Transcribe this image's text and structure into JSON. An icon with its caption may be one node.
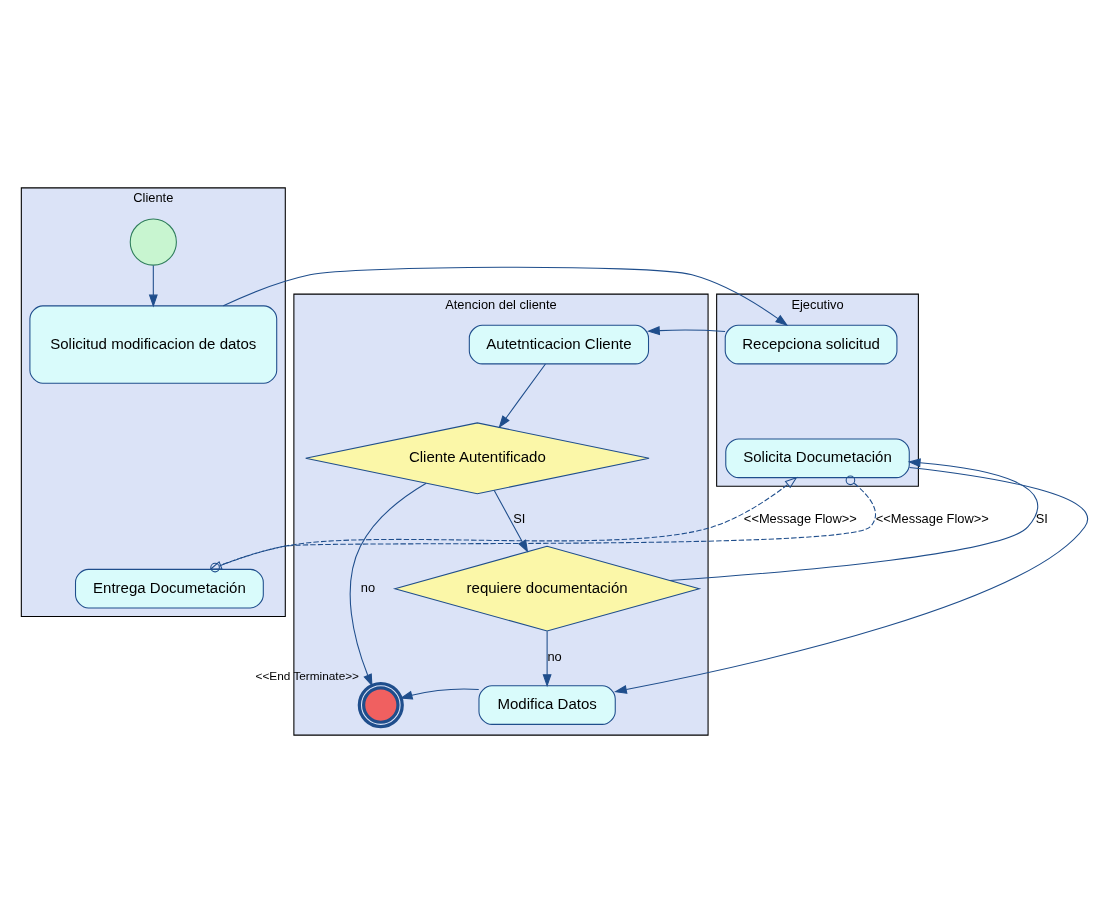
{
  "diagram": {
    "nodes": [
      {
        "text": [
          "Cliente"
        ]
      },
      {
        "text": [
          "Ejecutivo"
        ]
      },
      {
        "text": [
          "Atencion del cliente"
        ]
      },
      {
        "text": [],
        "shape": "circle",
        "in": 0
      },
      {
        "text": [
          "Solicitud modificacion de datos"
        ],
        "in": 0
      },
      {
        "text": [
          "Entrega Documetación"
        ],
        "in": 0
      },
      {
        "text": [
          "Recepciona solicitud"
        ],
        "in": 1
      },
      {
        "text": [
          "Solicita Documetación"
        ],
        "in": 1
      },
      {
        "text": [
          "Autetnticacion Cliente"
        ],
        "in": 2
      },
      {
        "text": [
          "Cliente Autentificado"
        ],
        "in": 2
      },
      {
        "text": [
          "requiere documentación"
        ],
        "in": 2
      },
      {
        "text": [
          "Modifica Datos"
        ],
        "in": 2
      },
      {
        "text": [],
        "shape": "circle",
        "in": 2,
        "beside": [
          "<<End Terminate>>"
        ]
      }
    ],
    "edges": [
      {
        "from": 3,
        "to": 4,
        "arrow": "to"
      },
      {
        "from": 4,
        "to": 6,
        "arrow": "to"
      },
      {
        "from": 6,
        "to": 8,
        "arrow": "to"
      },
      {
        "from": 8,
        "to": 9,
        "arrow": "to"
      },
      {
        "from": 9,
        "to": 10,
        "arrow": "to",
        "label": "SI"
      },
      {
        "from": 9,
        "to": 12,
        "arrow": "to",
        "label": "no"
      },
      {
        "from": 10,
        "to": 7,
        "arrow": "to",
        "label": "SI"
      },
      {
        "from": 10,
        "to": 11,
        "arrow": "to",
        "label": "no"
      },
      {
        "from": 7,
        "to": 11,
        "arrow": "to"
      },
      {
        "from": 11,
        "to": 12,
        "arrow": "to"
      },
      {
        "from": 5,
        "to": 7,
        "arrow": "to",
        "style": "dashed",
        "label": "<<Message Flow>>"
      },
      {
        "from": 7,
        "to": 5,
        "arrow": "to",
        "style": "dashed",
        "label": "<<Message Flow>>"
      }
    ]
  }
}
